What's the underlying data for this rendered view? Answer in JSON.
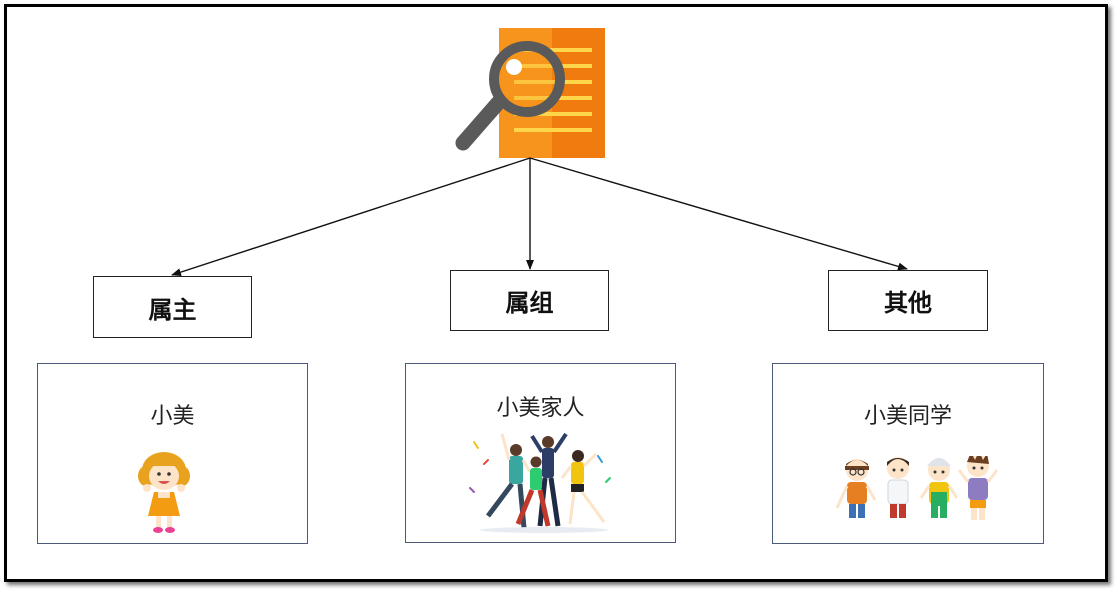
{
  "root": {
    "icon": "document-search-icon",
    "colors": {
      "doc": "#f7941d",
      "doc_shade": "#f07b0f",
      "lines": "#ffd54a",
      "lens": "#5a5a5a"
    }
  },
  "categories": [
    {
      "id": "owner",
      "label": "属主"
    },
    {
      "id": "group",
      "label": "属组"
    },
    {
      "id": "others",
      "label": "其他"
    }
  ],
  "groups": [
    {
      "id": "owner",
      "label": "小美",
      "illustration": "girl-icon"
    },
    {
      "id": "group",
      "label": "小美家人",
      "illustration": "family-group-icon"
    },
    {
      "id": "others",
      "label": "小美同学",
      "illustration": "classmates-icon"
    }
  ]
}
